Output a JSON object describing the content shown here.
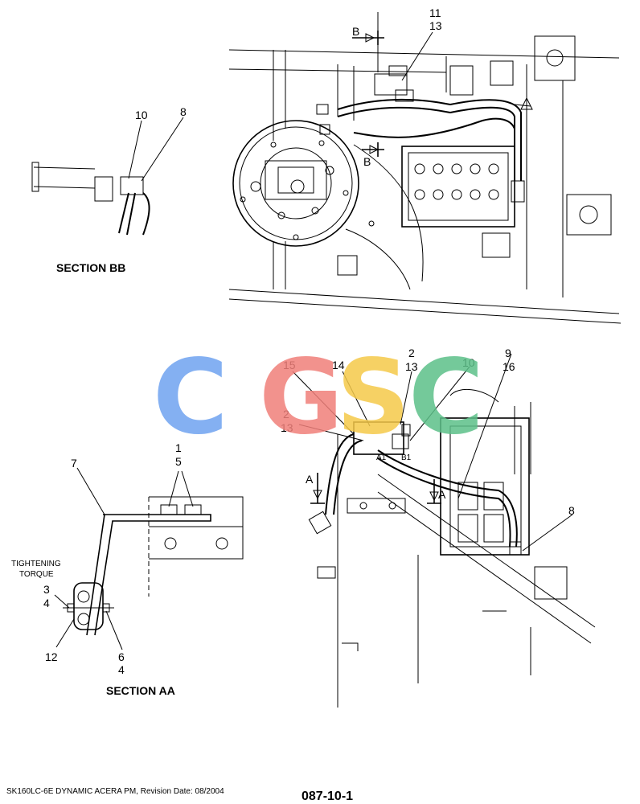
{
  "watermark": {
    "letters": [
      {
        "char": "C",
        "color": "#6fa3f0"
      },
      {
        "char": "G",
        "color": "#f07f7a"
      },
      {
        "char": "S",
        "color": "#f5c94a"
      },
      {
        "char": "C",
        "color": "#5cc089"
      }
    ]
  },
  "top_view": {
    "callouts": {
      "c11": "11",
      "c13": "13",
      "section_b_top": "B",
      "section_b_bottom": "B"
    }
  },
  "section_bb": {
    "title": "SECTION BB",
    "callouts": {
      "c10": "10",
      "c8": "8"
    }
  },
  "iso_view": {
    "callouts": {
      "c2a": "2",
      "c13a": "13",
      "c15": "15",
      "c14": "14",
      "c2b": "2",
      "c13b": "13",
      "c10": "10",
      "c9": "9",
      "c16": "16",
      "c8": "8",
      "section_a_left": "A",
      "section_a_right": "A",
      "port_a1": "A1",
      "port_b1": "B1"
    }
  },
  "section_aa": {
    "title": "SECTION AA",
    "tightening_line1": "TIGHTENING",
    "tightening_line2": "TORQUE",
    "callouts": {
      "c1": "1",
      "c5": "5",
      "c7": "7",
      "c3": "3",
      "c4a": "4",
      "c12": "12",
      "c6": "6",
      "c4b": "4"
    }
  },
  "footer": {
    "manual": "SK160LC-6E DYNAMIC ACERA PM, Revision Date: 08/2004",
    "page_number": "087-10-1"
  }
}
